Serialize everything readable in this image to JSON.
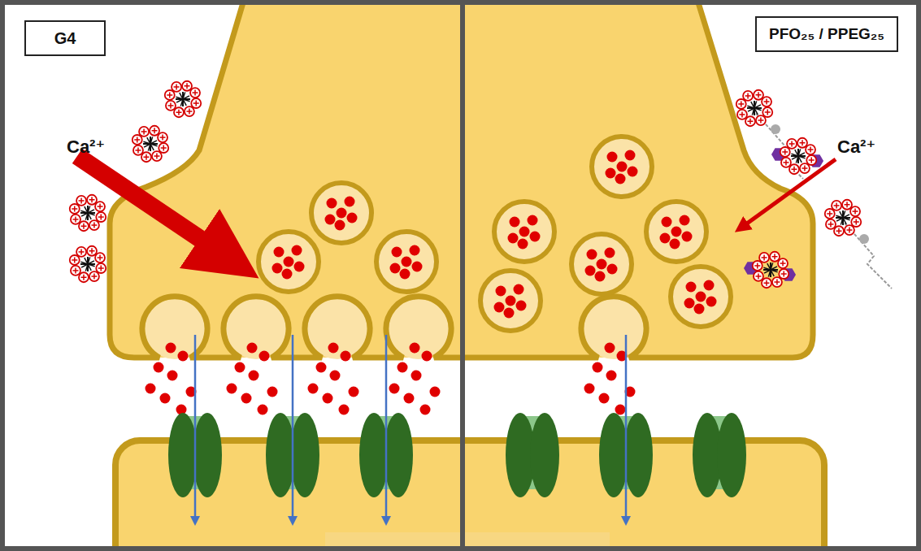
{
  "diagram": {
    "nodes": [
      {
        "text": [
          "G4"
        ]
      },
      {
        "text": [
          "PFO₂₅ / PPEG₂₅"
        ]
      }
    ],
    "labels": [
      "Ca²⁺",
      "Ca²⁺"
    ]
  }
}
